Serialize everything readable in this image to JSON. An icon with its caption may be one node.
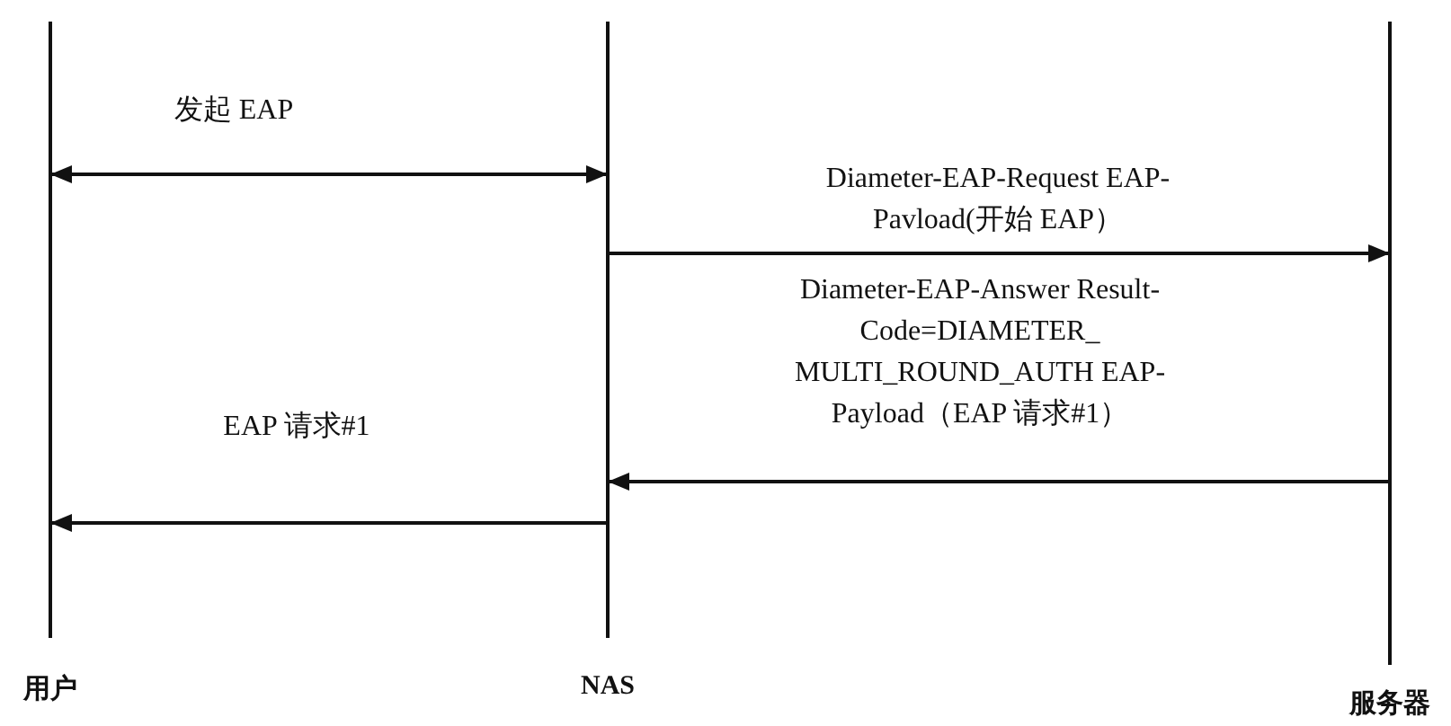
{
  "diagram": {
    "nodes": [
      {
        "text": [
          "用户"
        ]
      },
      {
        "text": [
          "NAS"
        ]
      },
      {
        "text": [
          "服务器"
        ]
      }
    ],
    "edges": [
      {
        "from": 0,
        "to": 1,
        "arrow": "both",
        "label": "发起 EAP"
      },
      {
        "from": 1,
        "to": 2,
        "arrow": "to",
        "label": "Diameter-EAP-Request EAP-Pavload(开始 EAP）"
      },
      {
        "from": 2,
        "to": 1,
        "arrow": "to",
        "label": "Diameter-EAP-Answer Result-Code=DIAMETER_ MULTI_ROUND_AUTH EAP-Payload（EAP 请求#1）"
      },
      {
        "from": 1,
        "to": 0,
        "arrow": "to",
        "label": "EAP 请求#1"
      }
    ]
  }
}
